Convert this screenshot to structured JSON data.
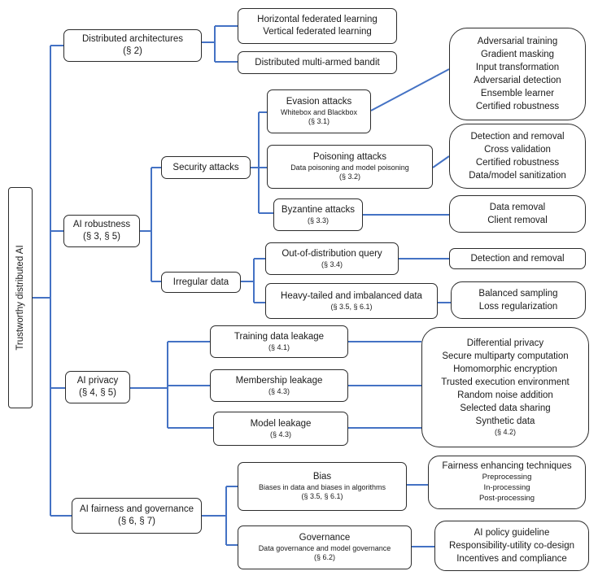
{
  "root": {
    "label": "Trustworthy distributed AI"
  },
  "colors": {
    "connector": "#4472c4",
    "border": "#2b2b2b"
  },
  "distributed": {
    "title": "Distributed architectures",
    "ref": "(§ 2)",
    "fl_horizontal": "Horizontal federated learning",
    "fl_vertical": "Vertical federated learning",
    "bandit": "Distributed multi-armed bandit"
  },
  "robustness": {
    "title": "AI robustness",
    "ref": "(§ 3, § 5)",
    "security": {
      "title": "Security attacks",
      "evasion": {
        "title": "Evasion attacks",
        "sub": "Whitebox and Blackbox",
        "ref": "(§ 3.1)"
      },
      "evasion_defenses": [
        "Adversarial training",
        "Gradient masking",
        "Input transformation",
        "Adversarial detection",
        "Ensemble learner",
        "Certified robustness"
      ],
      "poisoning": {
        "title": "Poisoning attacks",
        "sub": "Data poisoning and model poisoning",
        "ref": "(§ 3.2)"
      },
      "poisoning_defenses": [
        "Detection and removal",
        "Cross validation",
        "Certified robustness",
        "Data/model sanitization"
      ],
      "byzantine": {
        "title": "Byzantine attacks",
        "ref": "(§ 3.3)"
      },
      "byzantine_defenses": [
        "Data removal",
        "Client removal"
      ]
    },
    "irregular": {
      "title": "Irregular data",
      "ood": {
        "title": "Out-of-distribution query",
        "ref": "(§ 3.4)"
      },
      "ood_defense": "Detection and removal",
      "heavy": {
        "title": "Heavy-tailed and imbalanced data",
        "ref": "(§ 3.5, § 6.1)"
      },
      "heavy_defenses": [
        "Balanced sampling",
        "Loss regularization"
      ]
    }
  },
  "privacy": {
    "title": "AI privacy",
    "ref": "(§ 4, § 5)",
    "training": {
      "title": "Training data leakage",
      "ref": "(§ 4.1)"
    },
    "membership": {
      "title": "Membership leakage",
      "ref": "(§ 4.3)"
    },
    "model": {
      "title": "Model leakage",
      "ref": "(§ 4.3)"
    },
    "defenses": [
      "Differential privacy",
      "Secure multiparty computation",
      "Homomorphic encryption",
      "Trusted execution environment",
      "Random noise addition",
      "Selected data sharing",
      "Synthetic data"
    ],
    "defenses_ref": "(§ 4.2)"
  },
  "fairness": {
    "title": "AI fairness and governance",
    "ref": "(§ 6, § 7)",
    "bias": {
      "title": "Bias",
      "sub": "Biases in data and biases in algorithms",
      "ref": "(§ 3.5, § 6.1)"
    },
    "bias_defenses": {
      "title": "Fairness enhancing techniques",
      "items": [
        "Preprocessing",
        "In-processing",
        "Post-processing"
      ]
    },
    "governance": {
      "title": "Governance",
      "sub": "Data governance and model governance",
      "ref": "(§ 6.2)"
    },
    "governance_items": [
      "AI policy guideline",
      "Responsibility-utility co-design",
      "Incentives and compliance"
    ]
  }
}
